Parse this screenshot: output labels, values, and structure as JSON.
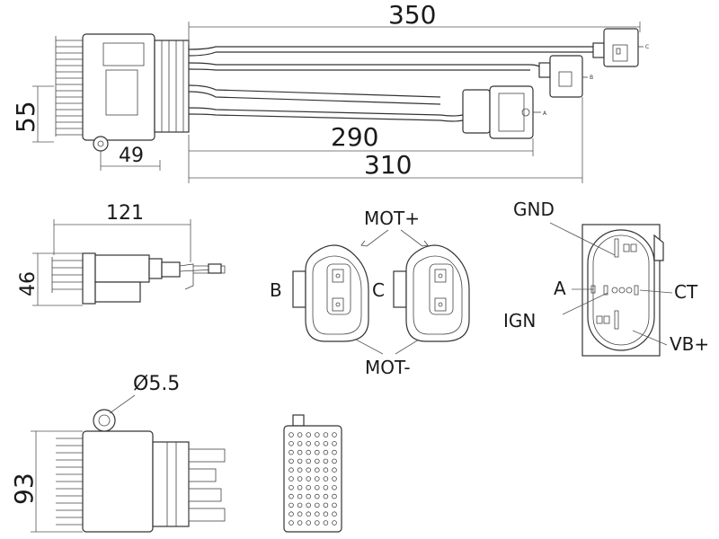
{
  "dimensions": {
    "harness_length_350": "350",
    "harness_length_290": "290",
    "harness_length_310": "310",
    "height_55": "55",
    "mount_offset_49": "49",
    "side_length_121": "121",
    "side_height_46": "46",
    "hole_diameter": "Ø5.5",
    "front_height_93": "93"
  },
  "connector_tags": {
    "tag_c": "C",
    "tag_b": "B",
    "tag_a": "A"
  },
  "motor_connectors": {
    "positive_label": "MOT+",
    "negative_label": "MOT-",
    "left_label": "B",
    "right_label": "C"
  },
  "control_connector": {
    "gnd": "GND",
    "a": "A",
    "ct": "CT",
    "ign": "IGN",
    "vb_plus": "VB+"
  }
}
